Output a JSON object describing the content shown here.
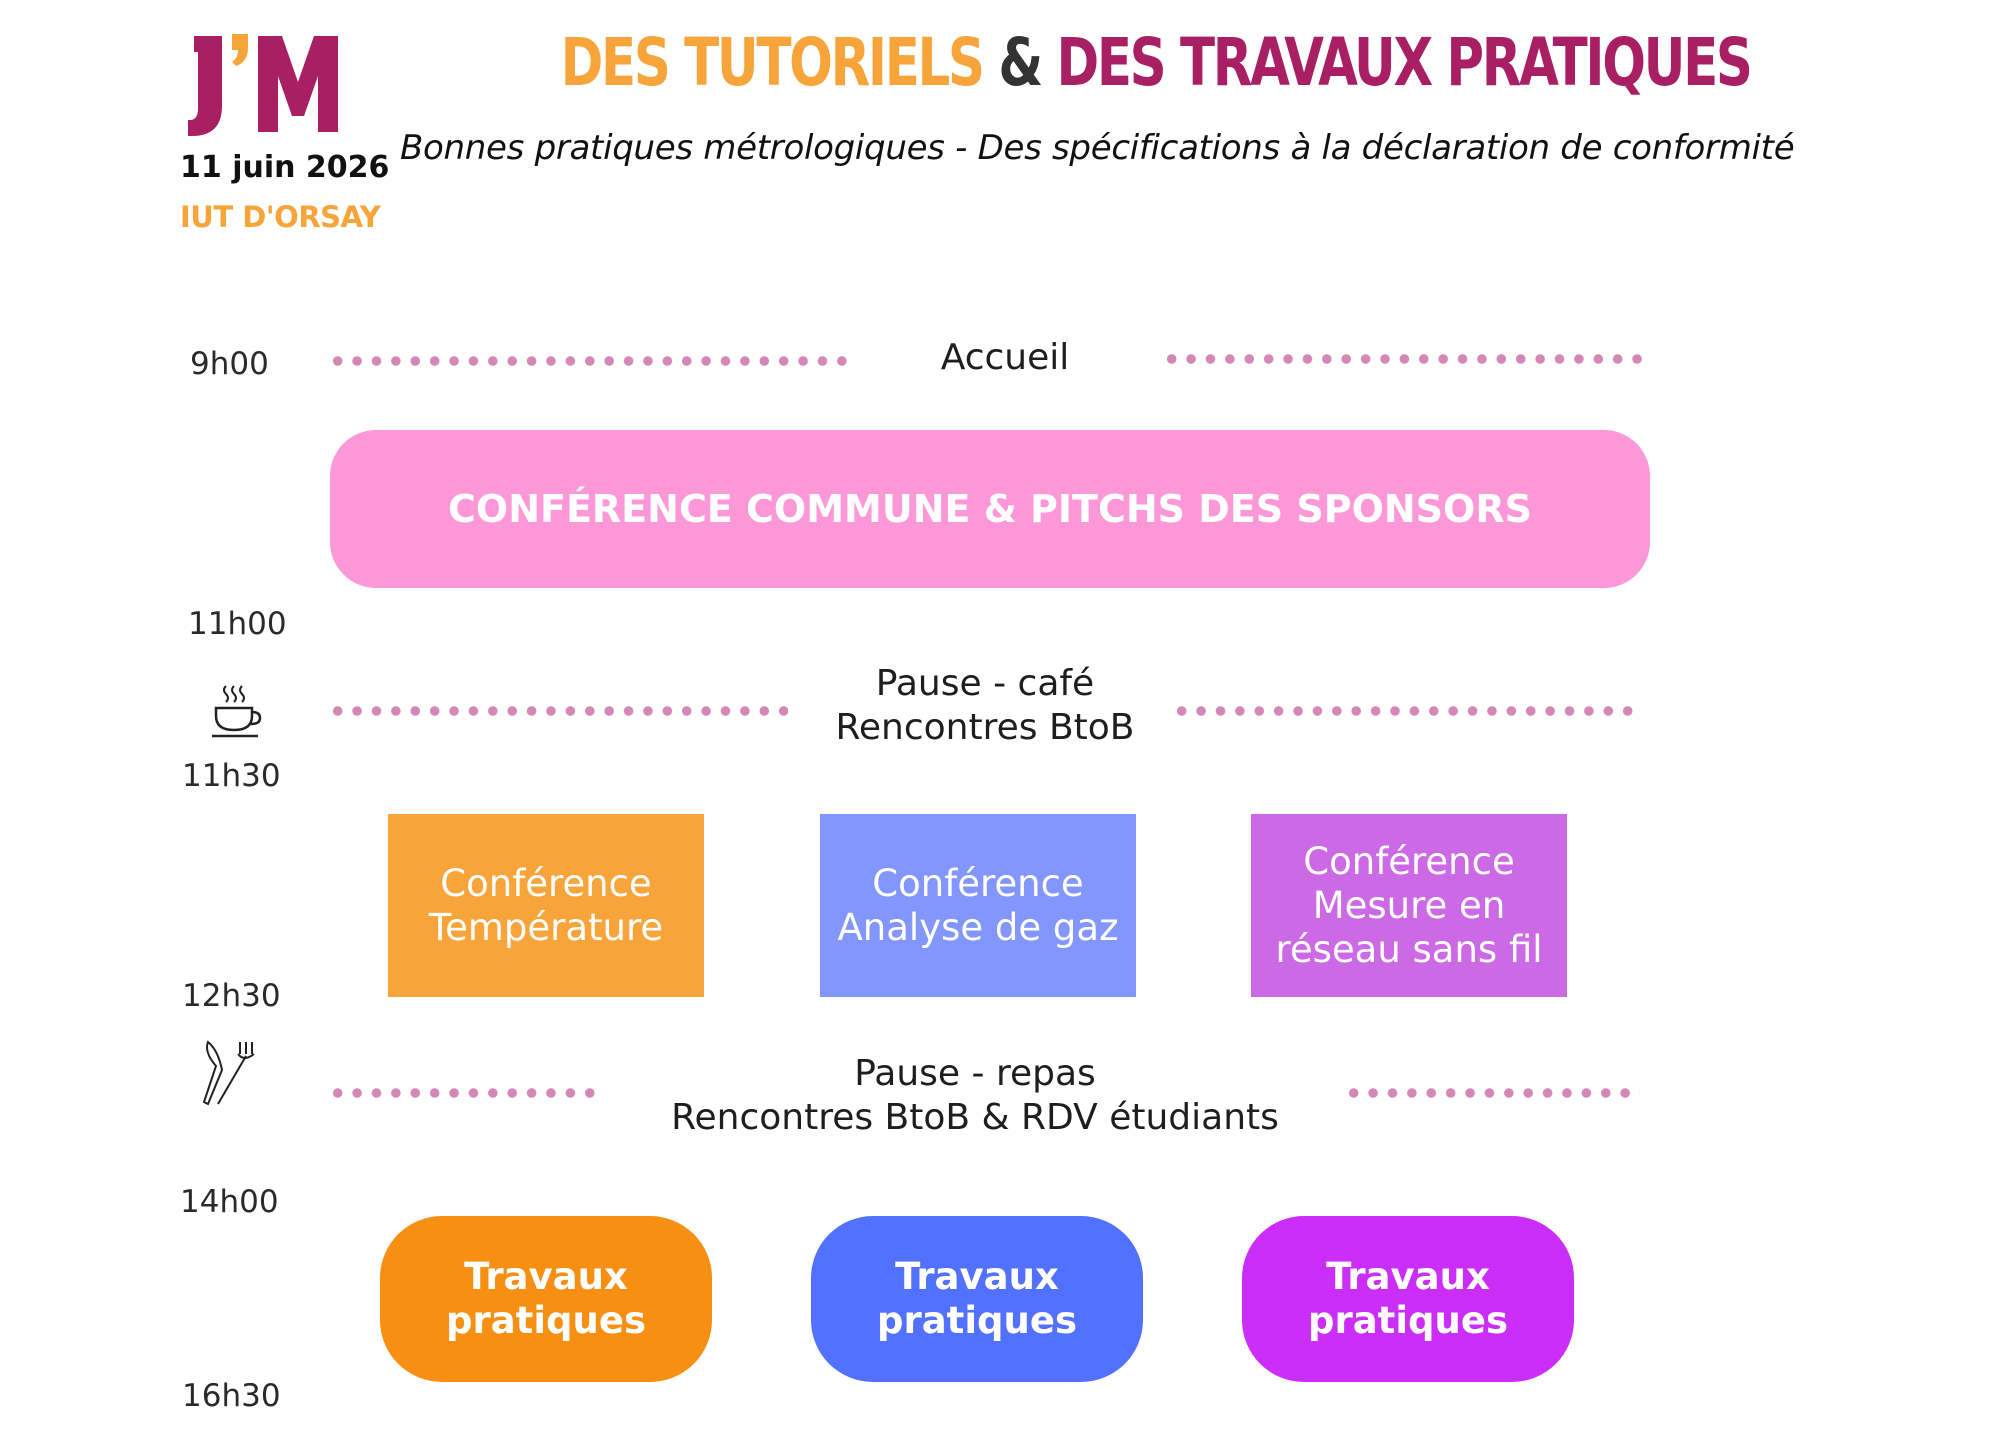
{
  "header": {
    "logo": "J'M",
    "date": "11 juin 2026",
    "place": "IUT D'ORSAY",
    "title_part1": "DES TUTORIELS",
    "title_amp": "&",
    "title_part2": "DES TRAVAUX PRATIQUES",
    "subtitle": "Bonnes pratiques métrologiques - Des spécifications à la déclaration de conformité"
  },
  "schedule": {
    "times": [
      "9h00",
      "11h00",
      "11h30",
      "12h30",
      "14h00",
      "16h30"
    ],
    "welcome": "Accueil",
    "plenary": "CONFÉRENCE COMMUNE & PITCHS DES SPONSORS",
    "coffee_break": {
      "line1": "Pause - café",
      "line2": "Rencontres BtoB",
      "icon": "coffee-cup-icon"
    },
    "conferences": [
      {
        "label": "Conférence\nTempérature",
        "color": "#f7a43a"
      },
      {
        "label": "Conférence\nAnalyse de gaz",
        "color": "#8296fd"
      },
      {
        "label": "Conférence\nMesure en\nréseau sans fil",
        "color": "#cc6ae6"
      }
    ],
    "lunch_break": {
      "line1": "Pause - repas",
      "line2": "Rencontres BtoB & RDV étudiants",
      "icon": "fork-knife-icon"
    },
    "workshops": [
      {
        "label": "Travaux\npratiques",
        "color": "#f78f12"
      },
      {
        "label": "Travaux\npratiques",
        "color": "#5271fe"
      },
      {
        "label": "Travaux\npratiques",
        "color": "#cb2ef8"
      }
    ]
  },
  "colors": {
    "brand": "#a81f63",
    "accent": "#f7a43a",
    "dots": "#d488b6",
    "plenary": "#fd98d8"
  }
}
